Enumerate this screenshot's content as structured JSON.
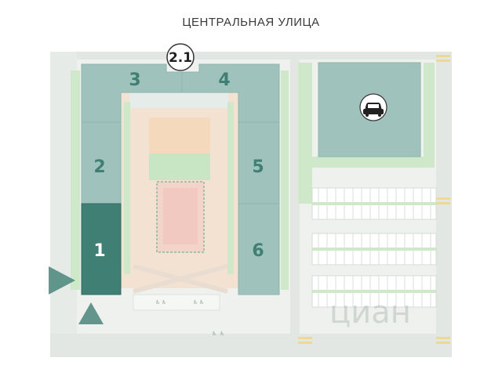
{
  "map": {
    "street_name": "ЦЕНТРАЛЬНАЯ УЛИЦА",
    "section_label": "2.1",
    "buildings": [
      {
        "number": "1",
        "selected": true
      },
      {
        "number": "2",
        "selected": false
      },
      {
        "number": "3",
        "selected": false
      },
      {
        "number": "4",
        "selected": false
      },
      {
        "number": "5",
        "selected": false
      },
      {
        "number": "6",
        "selected": false
      }
    ],
    "parking_icon": "car-icon",
    "watermark": "циан",
    "entrance_icon": "entrance-arrow-icon",
    "colors": {
      "building": "#9fc3bc",
      "building_selected": "#3f7f74",
      "ground": "#eef1ee",
      "road": "#dfe3df",
      "lawn": "#c9e6c4",
      "courtyard": "#f3e2d2",
      "playground": "#f2d4c8"
    }
  }
}
